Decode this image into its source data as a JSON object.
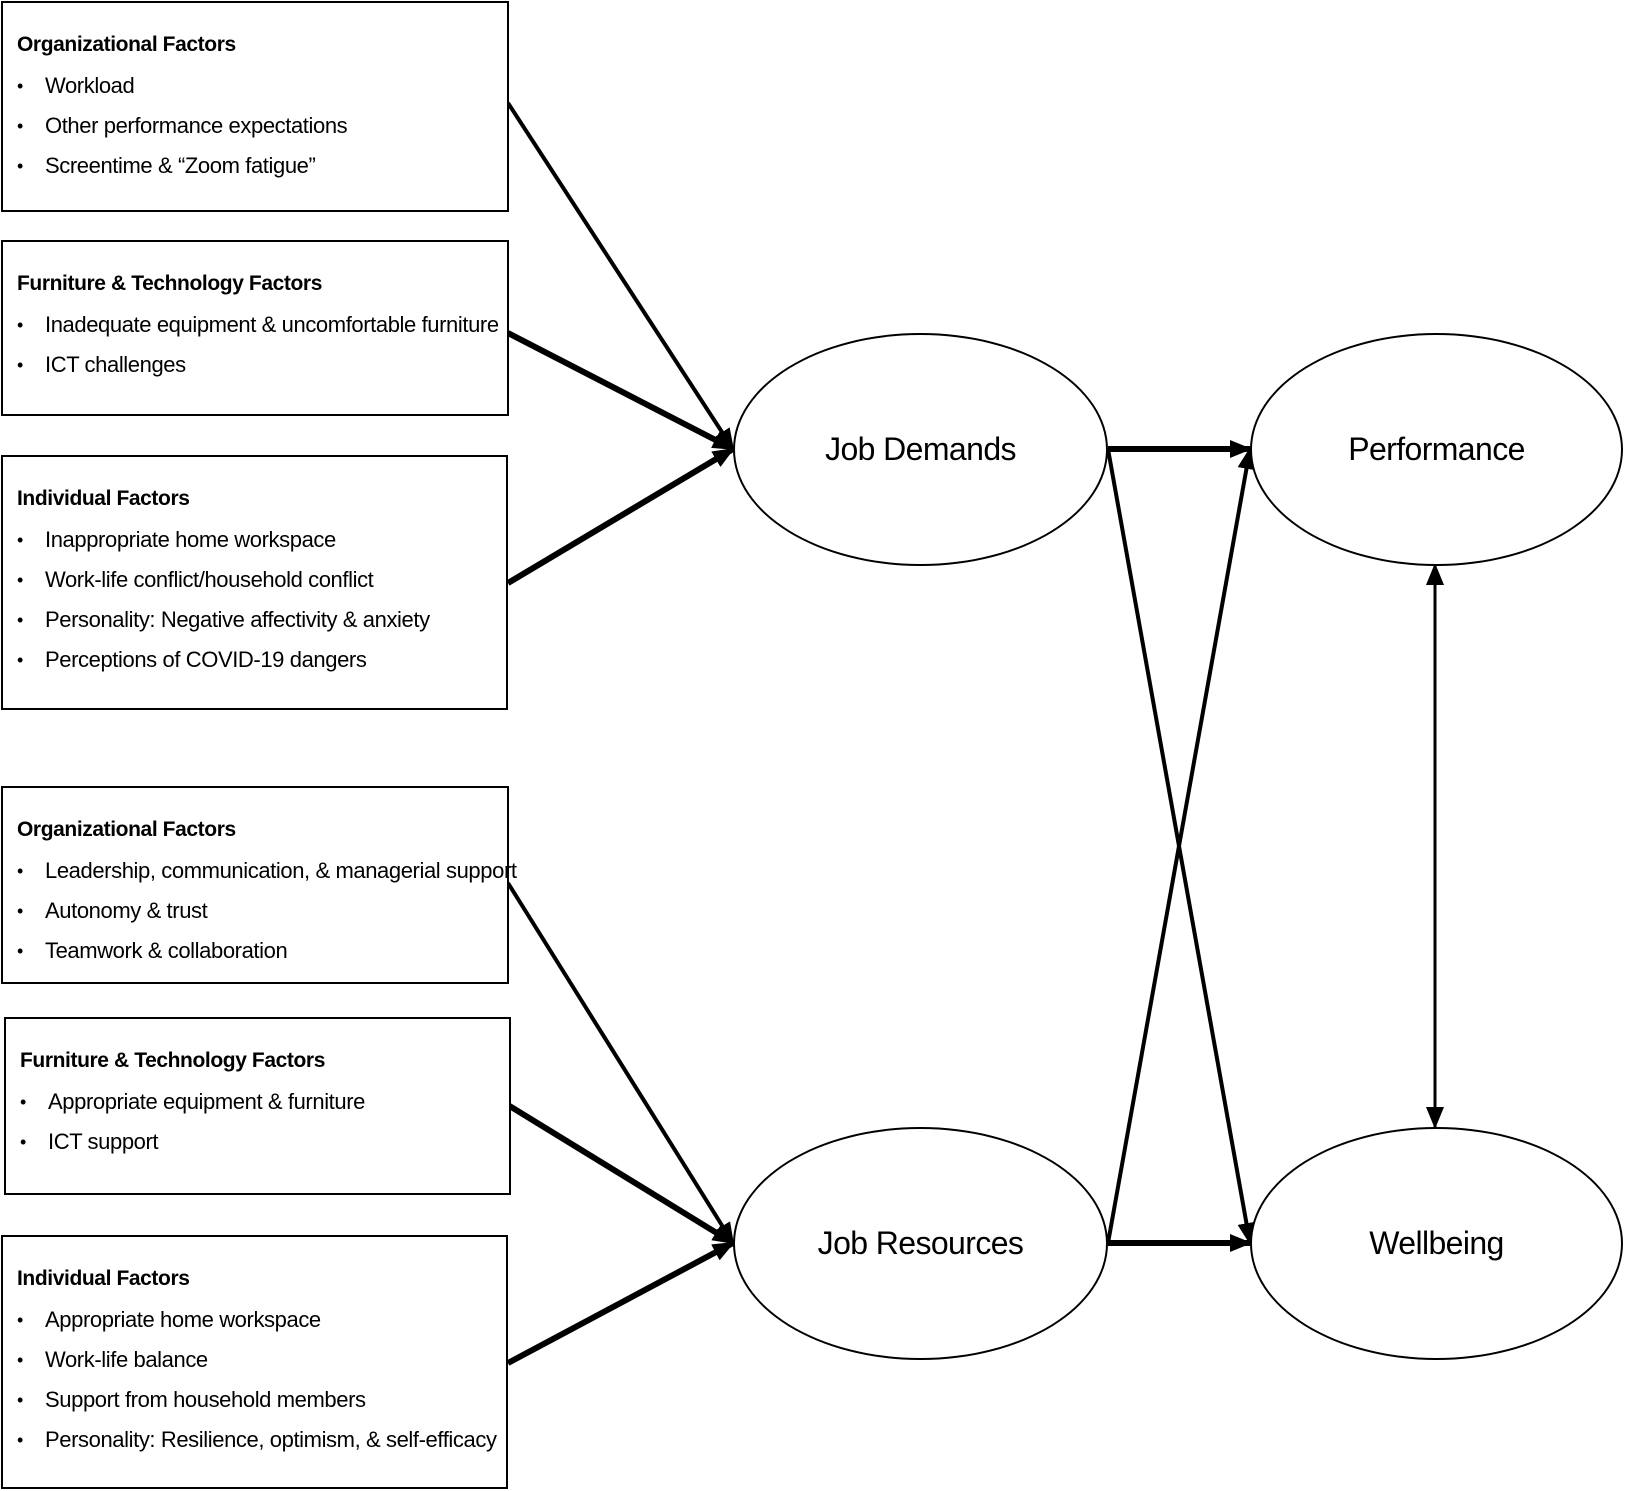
{
  "demand_factors": [
    {
      "title": "Organizational Factors",
      "items": [
        "Workload",
        "Other performance expectations",
        "Screentime & “Zoom fatigue”"
      ]
    },
    {
      "title": "Furniture & Technology Factors",
      "items": [
        "Inadequate equipment & uncomfortable furniture",
        "ICT challenges"
      ]
    },
    {
      "title": "Individual Factors",
      "items": [
        "Inappropriate home workspace",
        "Work-life conflict/household conflict",
        "Personality: Negative affectivity & anxiety",
        "Perceptions of COVID-19 dangers"
      ]
    }
  ],
  "resource_factors": [
    {
      "title": "Organizational Factors",
      "items": [
        "Leadership, communication, & managerial support",
        "Autonomy & trust",
        "Teamwork & collaboration"
      ]
    },
    {
      "title": "Furniture & Technology Factors",
      "items": [
        "Appropriate equipment & furniture",
        "ICT support"
      ]
    },
    {
      "title": "Individual Factors",
      "items": [
        "Appropriate home workspace",
        "Work-life balance",
        "Support from household members",
        "Personality: Resilience, optimism, & self-efficacy"
      ]
    }
  ],
  "nodes": {
    "job_demands": "Job Demands",
    "job_resources": "Job Resources",
    "performance": "Performance",
    "wellbeing": "Wellbeing"
  }
}
